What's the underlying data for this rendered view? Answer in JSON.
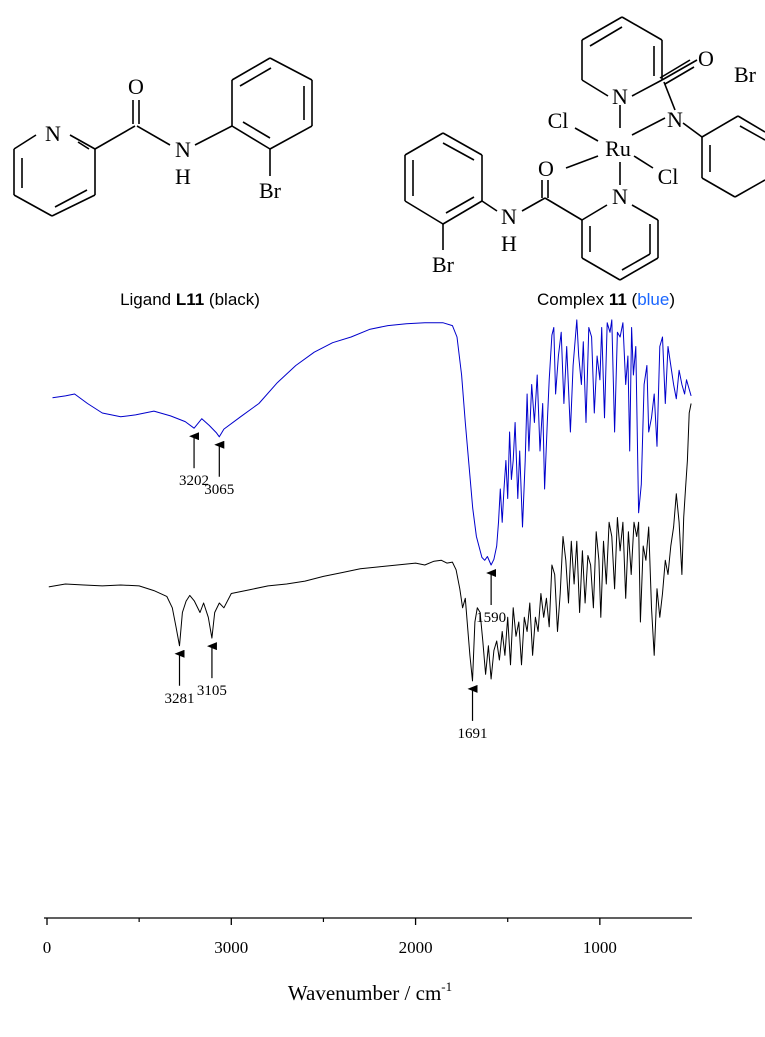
{
  "structures": {
    "ligand": {
      "caption_prefix": "Ligand ",
      "caption_bold": "L11",
      "caption_suffix": " (black)",
      "atoms": {
        "o": "O",
        "n_pyridine": "N",
        "n_amide": "N",
        "h": "H",
        "br": "Br"
      }
    },
    "complex": {
      "caption_prefix": "Complex ",
      "caption_bold": "11",
      "caption_open": " (",
      "caption_color_word": "blue",
      "caption_close": ")",
      "atoms": {
        "ru": "Ru",
        "cl_left": "Cl",
        "cl_right": "Cl",
        "o_top": "O",
        "o_bottom": "O",
        "n_top_pyridine": "N",
        "n_top_amide": "N",
        "n_bottom_pyridine": "N",
        "n_bottom_amide": "N",
        "h": "H",
        "br_top": "Br",
        "br_bottom": "Br"
      }
    }
  },
  "colors": {
    "complex": "#0000cc",
    "ligand": "#000000",
    "caption_accent": "#1a66ff"
  },
  "chart_data": {
    "type": "line",
    "xlabel": "Wavenumber / cm",
    "xlabel_sup": "-1",
    "x_reversed": true,
    "xlim": [
      4000,
      500
    ],
    "x_ticks": [
      {
        "value": 4000,
        "label": "0"
      },
      {
        "value": 3000,
        "label": "3000"
      },
      {
        "value": 2000,
        "label": "2000"
      },
      {
        "value": 1000,
        "label": "1000"
      }
    ],
    "x_minor_ticks": [
      3500,
      2500,
      1500
    ],
    "series": [
      {
        "legend": "complex",
        "color": "#0000cc",
        "points": [
          [
            3970,
            0.76
          ],
          [
            3900,
            0.78
          ],
          [
            3850,
            0.8
          ],
          [
            3780,
            0.7
          ],
          [
            3700,
            0.6
          ],
          [
            3600,
            0.56
          ],
          [
            3520,
            0.58
          ],
          [
            3420,
            0.62
          ],
          [
            3330,
            0.57
          ],
          [
            3250,
            0.51
          ],
          [
            3202,
            0.44
          ],
          [
            3160,
            0.54
          ],
          [
            3120,
            0.47
          ],
          [
            3080,
            0.39
          ],
          [
            3065,
            0.35
          ],
          [
            3040,
            0.43
          ],
          [
            2950,
            0.56
          ],
          [
            2850,
            0.7
          ],
          [
            2750,
            0.92
          ],
          [
            2650,
            1.1
          ],
          [
            2550,
            1.24
          ],
          [
            2450,
            1.34
          ],
          [
            2350,
            1.4
          ],
          [
            2250,
            1.48
          ],
          [
            2150,
            1.52
          ],
          [
            2050,
            1.54
          ],
          [
            1950,
            1.55
          ],
          [
            1850,
            1.55
          ],
          [
            1800,
            1.52
          ],
          [
            1775,
            1.4
          ],
          [
            1750,
            1.0
          ],
          [
            1730,
            0.5
          ],
          [
            1710,
            0.05
          ],
          [
            1690,
            -0.4
          ],
          [
            1670,
            -0.7
          ],
          [
            1640,
            -0.92
          ],
          [
            1625,
            -0.95
          ],
          [
            1610,
            -0.91
          ],
          [
            1590,
            -1.0
          ],
          [
            1575,
            -0.94
          ],
          [
            1560,
            -0.8
          ],
          [
            1550,
            -0.55
          ],
          [
            1540,
            -0.2
          ],
          [
            1530,
            -0.55
          ],
          [
            1520,
            -0.2
          ],
          [
            1510,
            0.1
          ],
          [
            1500,
            -0.3
          ],
          [
            1490,
            0.4
          ],
          [
            1480,
            -0.1
          ],
          [
            1470,
            0.1
          ],
          [
            1460,
            0.5
          ],
          [
            1445,
            -0.3
          ],
          [
            1435,
            0.2
          ],
          [
            1420,
            -0.6
          ],
          [
            1405,
            0.1
          ],
          [
            1395,
            0.8
          ],
          [
            1385,
            0.2
          ],
          [
            1370,
            0.9
          ],
          [
            1355,
            0.5
          ],
          [
            1340,
            1.0
          ],
          [
            1325,
            0.2
          ],
          [
            1310,
            0.7
          ],
          [
            1300,
            -0.2
          ],
          [
            1285,
            0.5
          ],
          [
            1275,
            0.95
          ],
          [
            1260,
            1.42
          ],
          [
            1250,
            1.5
          ],
          [
            1240,
            0.8
          ],
          [
            1225,
            1.2
          ],
          [
            1210,
            1.45
          ],
          [
            1195,
            0.7
          ],
          [
            1180,
            1.3
          ],
          [
            1160,
            0.4
          ],
          [
            1145,
            1.1
          ],
          [
            1125,
            1.58
          ],
          [
            1115,
            1.2
          ],
          [
            1100,
            0.9
          ],
          [
            1090,
            1.35
          ],
          [
            1075,
            0.5
          ],
          [
            1060,
            1.5
          ],
          [
            1045,
            1.4
          ],
          [
            1030,
            0.6
          ],
          [
            1015,
            1.2
          ],
          [
            1000,
            0.95
          ],
          [
            990,
            1.5
          ],
          [
            975,
            0.55
          ],
          [
            960,
            1.55
          ],
          [
            945,
            1.45
          ],
          [
            935,
            1.58
          ],
          [
            920,
            0.4
          ],
          [
            905,
            1.45
          ],
          [
            890,
            1.4
          ],
          [
            875,
            1.55
          ],
          [
            860,
            0.9
          ],
          [
            848,
            1.2
          ],
          [
            838,
            0.2
          ],
          [
            828,
            1.5
          ],
          [
            818,
            1.0
          ],
          [
            805,
            1.3
          ],
          [
            790,
            -0.45
          ],
          [
            775,
            -0.15
          ],
          [
            760,
            0.9
          ],
          [
            745,
            1.1
          ],
          [
            735,
            0.4
          ],
          [
            720,
            0.55
          ],
          [
            705,
            0.8
          ],
          [
            690,
            0.25
          ],
          [
            675,
            1.3
          ],
          [
            660,
            1.4
          ],
          [
            645,
            0.7
          ],
          [
            630,
            1.3
          ],
          [
            615,
            1.1
          ],
          [
            600,
            0.9
          ],
          [
            585,
            0.75
          ],
          [
            570,
            1.05
          ],
          [
            555,
            0.9
          ],
          [
            540,
            0.8
          ],
          [
            530,
            0.95
          ],
          [
            515,
            0.85
          ],
          [
            505,
            0.78
          ]
        ]
      },
      {
        "legend": "ligand",
        "color": "#000000",
        "points": [
          [
            3990,
            -1.23
          ],
          [
            3900,
            -1.2
          ],
          [
            3800,
            -1.21
          ],
          [
            3700,
            -1.22
          ],
          [
            3600,
            -1.21
          ],
          [
            3500,
            -1.22
          ],
          [
            3420,
            -1.27
          ],
          [
            3350,
            -1.33
          ],
          [
            3320,
            -1.45
          ],
          [
            3300,
            -1.65
          ],
          [
            3281,
            -1.85
          ],
          [
            3265,
            -1.5
          ],
          [
            3245,
            -1.38
          ],
          [
            3225,
            -1.32
          ],
          [
            3200,
            -1.38
          ],
          [
            3170,
            -1.5
          ],
          [
            3150,
            -1.4
          ],
          [
            3125,
            -1.55
          ],
          [
            3105,
            -1.77
          ],
          [
            3090,
            -1.5
          ],
          [
            3065,
            -1.4
          ],
          [
            3040,
            -1.45
          ],
          [
            3000,
            -1.3
          ],
          [
            2900,
            -1.26
          ],
          [
            2800,
            -1.22
          ],
          [
            2700,
            -1.2
          ],
          [
            2600,
            -1.17
          ],
          [
            2500,
            -1.12
          ],
          [
            2400,
            -1.08
          ],
          [
            2300,
            -1.04
          ],
          [
            2200,
            -1.02
          ],
          [
            2100,
            -1.0
          ],
          [
            2000,
            -0.98
          ],
          [
            1950,
            -1.0
          ],
          [
            1900,
            -0.96
          ],
          [
            1860,
            -0.95
          ],
          [
            1830,
            -0.98
          ],
          [
            1800,
            -0.97
          ],
          [
            1780,
            -1.05
          ],
          [
            1760,
            -1.25
          ],
          [
            1745,
            -1.45
          ],
          [
            1730,
            -1.35
          ],
          [
            1720,
            -1.6
          ],
          [
            1705,
            -1.95
          ],
          [
            1691,
            -2.22
          ],
          [
            1678,
            -1.6
          ],
          [
            1665,
            -1.45
          ],
          [
            1650,
            -1.5
          ],
          [
            1635,
            -1.8
          ],
          [
            1620,
            -2.15
          ],
          [
            1605,
            -1.85
          ],
          [
            1590,
            -2.2
          ],
          [
            1575,
            -1.9
          ],
          [
            1560,
            -1.8
          ],
          [
            1545,
            -2.0
          ],
          [
            1530,
            -1.7
          ],
          [
            1515,
            -1.95
          ],
          [
            1500,
            -1.55
          ],
          [
            1485,
            -2.05
          ],
          [
            1470,
            -1.45
          ],
          [
            1455,
            -1.75
          ],
          [
            1440,
            -1.6
          ],
          [
            1425,
            -2.05
          ],
          [
            1410,
            -1.55
          ],
          [
            1395,
            -1.7
          ],
          [
            1380,
            -1.4
          ],
          [
            1365,
            -1.95
          ],
          [
            1350,
            -1.55
          ],
          [
            1335,
            -1.7
          ],
          [
            1320,
            -1.3
          ],
          [
            1305,
            -1.55
          ],
          [
            1290,
            -1.35
          ],
          [
            1275,
            -1.65
          ],
          [
            1260,
            -1.0
          ],
          [
            1245,
            -1.1
          ],
          [
            1230,
            -1.7
          ],
          [
            1215,
            -1.3
          ],
          [
            1200,
            -0.7
          ],
          [
            1185,
            -0.95
          ],
          [
            1170,
            -1.4
          ],
          [
            1155,
            -0.75
          ],
          [
            1140,
            -1.2
          ],
          [
            1125,
            -0.75
          ],
          [
            1110,
            -1.5
          ],
          [
            1095,
            -0.85
          ],
          [
            1080,
            -1.4
          ],
          [
            1065,
            -0.9
          ],
          [
            1050,
            -1.0
          ],
          [
            1035,
            -1.45
          ],
          [
            1020,
            -0.65
          ],
          [
            1005,
            -0.95
          ],
          [
            995,
            -1.55
          ],
          [
            980,
            -0.75
          ],
          [
            965,
            -1.2
          ],
          [
            950,
            -0.55
          ],
          [
            935,
            -0.7
          ],
          [
            920,
            -1.25
          ],
          [
            905,
            -0.5
          ],
          [
            890,
            -0.85
          ],
          [
            875,
            -0.55
          ],
          [
            860,
            -1.35
          ],
          [
            845,
            -0.65
          ],
          [
            830,
            -1.1
          ],
          [
            815,
            -0.55
          ],
          [
            800,
            -0.7
          ],
          [
            790,
            -0.55
          ],
          [
            780,
            -1.6
          ],
          [
            765,
            -0.8
          ],
          [
            750,
            -0.95
          ],
          [
            735,
            -0.6
          ],
          [
            720,
            -1.45
          ],
          [
            705,
            -1.95
          ],
          [
            690,
            -1.25
          ],
          [
            675,
            -1.55
          ],
          [
            660,
            -1.3
          ],
          [
            645,
            -0.95
          ],
          [
            630,
            -1.1
          ],
          [
            615,
            -0.8
          ],
          [
            600,
            -0.6
          ],
          [
            585,
            -0.25
          ],
          [
            570,
            -0.55
          ],
          [
            555,
            -1.1
          ],
          [
            545,
            -0.5
          ],
          [
            535,
            -0.2
          ],
          [
            525,
            0.1
          ],
          [
            515,
            0.6
          ],
          [
            505,
            0.7
          ]
        ]
      }
    ],
    "annotations": [
      {
        "series": "complex",
        "label": "3202",
        "x": 3202
      },
      {
        "series": "complex",
        "label": "3065",
        "x": 3065
      },
      {
        "series": "complex",
        "label": "1590",
        "x": 1590
      },
      {
        "series": "ligand",
        "label": "3281",
        "x": 3281
      },
      {
        "series": "ligand",
        "label": "3105",
        "x": 3105
      },
      {
        "series": "ligand",
        "label": "1691",
        "x": 1691
      }
    ]
  }
}
